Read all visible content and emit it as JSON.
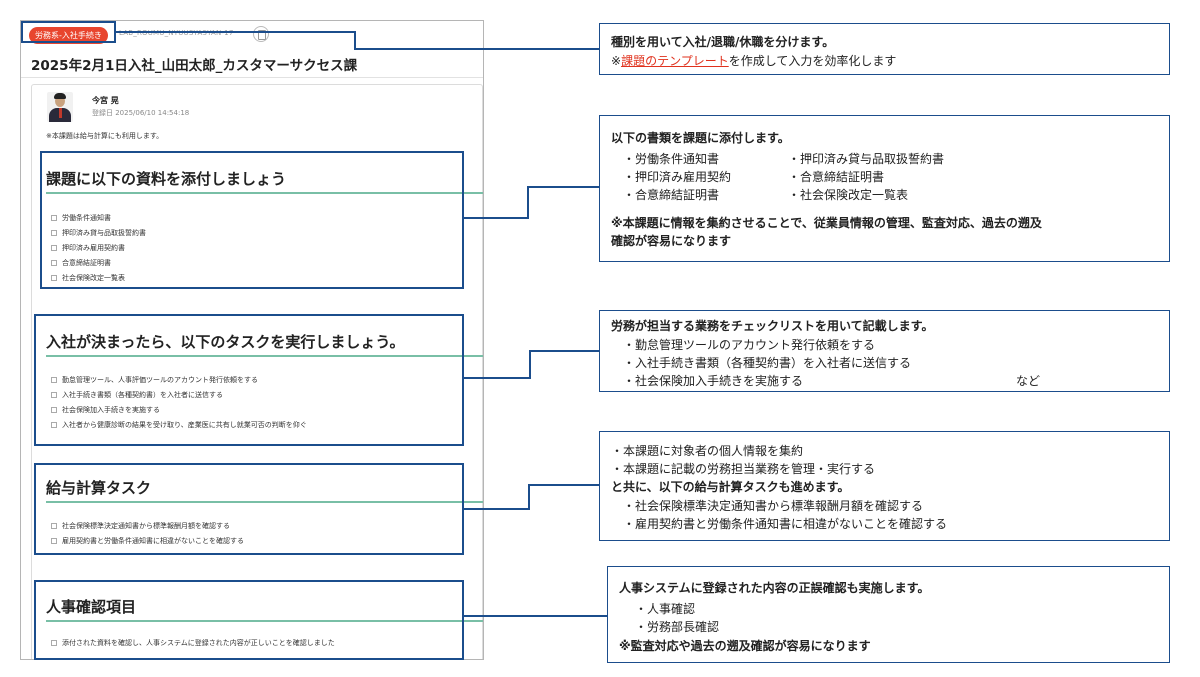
{
  "task": {
    "tag": "労務系-入社手続き",
    "code": "LAB_ROUMU_NYUUSYASYAN-17",
    "title": "2025年2月1日入社_山田太郎_カスタマーサクセス課",
    "author": "今宮 晃",
    "registered": "登録日 2025/06/10 14:54:18",
    "note": "※本課題は給与計算にも利用します。"
  },
  "sections": [
    {
      "title": "課題に以下の資料を添付しましょう",
      "items": [
        "労働条件通知書",
        "押印済み貸与品取扱誓約書",
        "押印済み雇用契約書",
        "合意締結証明書",
        "社会保険改定一覧表"
      ]
    },
    {
      "title": "入社が決まったら、以下のタスクを実行しましょう。",
      "items": [
        "勤怠管理ツール、人事評価ツールのアカウント発行依頼をする",
        "入社手続き書類（各種契約書）を入社者に送信する",
        "社会保険加入手続きを実施する",
        "入社者から健康診断の結果を受け取り、産業医に共有し就業可否の判断を仰ぐ"
      ]
    },
    {
      "title": "給与計算タスク",
      "items": [
        "社会保険標準決定通知書から標準報酬月額を確認する",
        "雇用契約書と労働条件通知書に相違がないことを確認する"
      ]
    },
    {
      "title": "人事確認項目",
      "items": [
        "添付された資料を確認し、人事システムに登録された内容が正しいことを確認しました"
      ]
    }
  ],
  "callouts": {
    "c1": {
      "line1": "種別を用いて入社/退職/休職を分けます。",
      "prefix": "※",
      "link": "課題のテンプレート",
      "suffix": "を作成して入力を効率化します"
    },
    "c2": {
      "heading": "以下の書類を課題に添付します。",
      "left": [
        "・労働条件通知書",
        "・押印済み雇用契約",
        "・合意締結証明書"
      ],
      "right": [
        "・押印済み貸与品取扱誓約書",
        "・合意締結証明書",
        "・社会保険改定一覧表"
      ],
      "note1": "※本課題に情報を集約させることで、従業員情報の管理、監査対応、過去の遡及",
      "note2": "確認が容易になります"
    },
    "c3": {
      "heading": "労務が担当する業務をチェックリストを用いて記載します。",
      "items": [
        "・勤怠管理ツールのアカウント発行依頼をする",
        "・入社手続き書類（各種契約書）を入社者に送信する",
        "・社会保険加入手続きを実施する"
      ],
      "etc": "など"
    },
    "c4": {
      "line1": "・本課題に対象者の個人情報を集約",
      "line2": "・本課題に記載の労務担当業務を管理・実行する",
      "heading": "と共に、以下の給与計算タスクも進めます。",
      "items": [
        "・社会保険標準決定通知書から標準報酬月額を確認する",
        "・雇用契約書と労働条件通知書に相違がないことを確認する"
      ]
    },
    "c5": {
      "heading": "人事システムに登録された内容の正誤確認も実施します。",
      "items": [
        "・人事確認",
        "・労務部長確認"
      ],
      "note": "※監査対応や過去の遡及確認が容易になります"
    }
  }
}
